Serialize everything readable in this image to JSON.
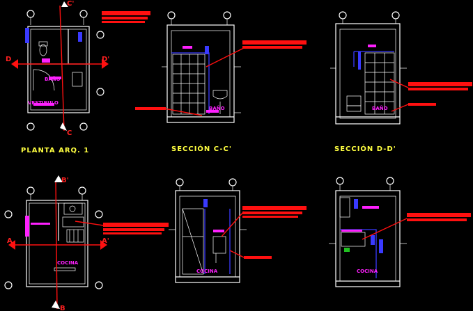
{
  "titles": {
    "planta": "PLANTA ARQ. 1",
    "seccion_cc": "SECCIÓN C-C'",
    "seccion_dd": "SECCIÓN D-D'"
  },
  "room_labels": {
    "bano_plan": "BAÑO",
    "vestibulo": "VESTIBULO",
    "bano_cc": "BAÑO",
    "bano_dd": "BAÑO",
    "cocina_plan": "COCINA",
    "cocina_sec1": "COCINA",
    "cocina_sec2": "COCINA"
  },
  "section_marks": {
    "a": "A",
    "a_prime": "A'",
    "b_prime": "B'",
    "b": "B",
    "c": "C",
    "c_prime": "C'",
    "d": "D",
    "d_prime": "D'"
  },
  "colors": {
    "background": "#000000",
    "lines": "#ffffff",
    "annotation": "#ff1010",
    "walls_blue": "#3a3aff",
    "room_label": "#ff20ff",
    "title": "#ffff40"
  }
}
